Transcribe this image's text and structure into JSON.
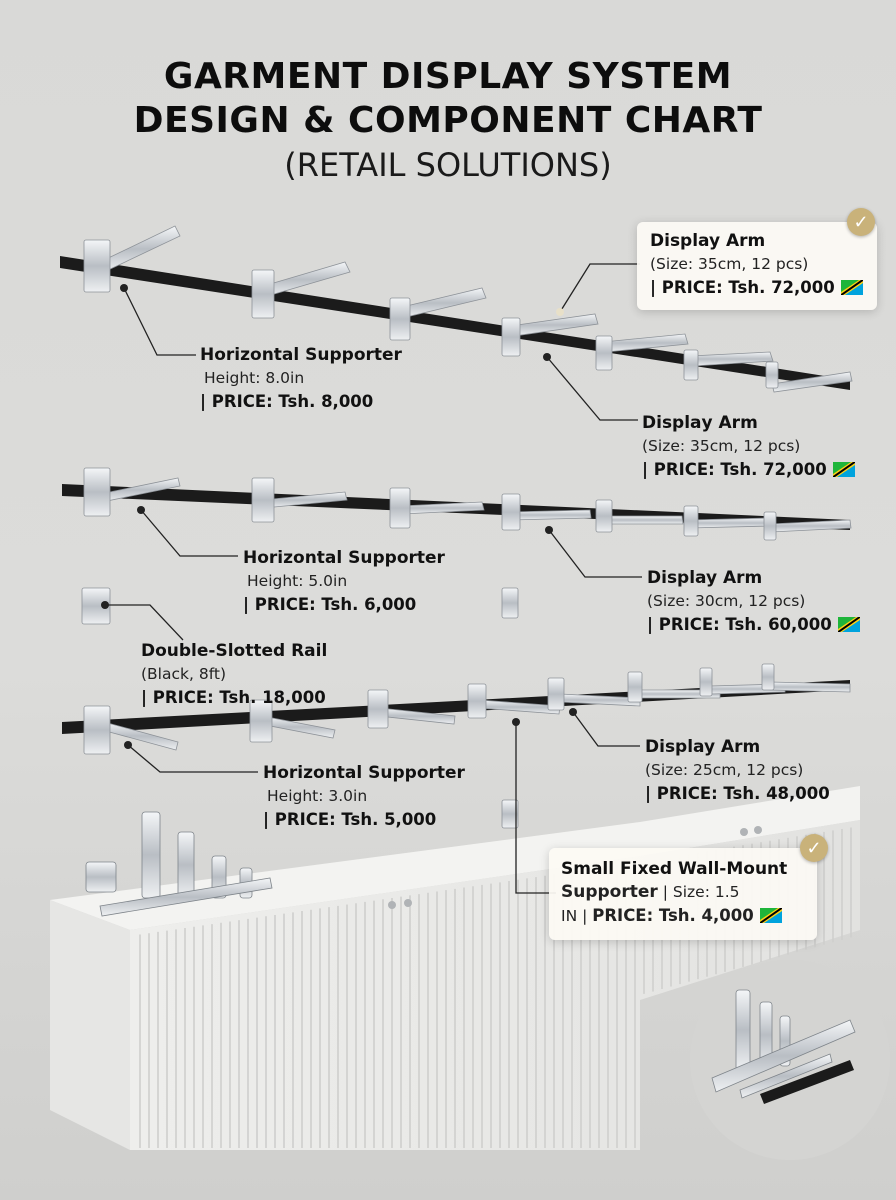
{
  "header": {
    "title_line1": "GARMENT DISPLAY SYSTEM",
    "title_line2": "DESIGN & COMPONENT CHART",
    "subtitle": "(RETAIL SOLUTIONS)"
  },
  "labels": [
    {
      "name": "Horizontal Supporter",
      "detail": "Height: 8.0in",
      "price": "| PRICE: Tsh. 8,000"
    },
    {
      "name": "Display Arm",
      "detail": "(Size: 35cm, 12 pcs)",
      "price": "| PRICE: Tsh. 72,000"
    },
    {
      "name": "Displaу Arm",
      "detail": "(Size: 35cm, 12 pcs)",
      "price": "| PRICE: Tsh. 72,000"
    },
    {
      "name": "Horizontal Supporter",
      "detail": "Height: 5.0in",
      "price": "| PRICE: Tsh. 6,000"
    },
    {
      "name": "Display Arm",
      "detail": "(Size: 30cm, 12 pcs)",
      "price": "| PRICE: Tsh. 60,000"
    },
    {
      "name": "Double-Slotted Rail",
      "detail": "(Black, 8ft)",
      "price": "| PRICE: Tsh. 18,000"
    },
    {
      "name": "Horizontal Supporter",
      "detail": "Height: 3.0in",
      "price": "| PRICE: Tsh. 5,000"
    },
    {
      "name": "Display Arm",
      "detail": "(Size: 25cm, 12 pcs)",
      "price": "| PRICE: Tsh. 48,000"
    }
  ],
  "wall_mount": {
    "line1": "Small Fixed Wall-Mount",
    "line2_name": "Supporter",
    "line2_rest": " | Size: 1.5",
    "line3_rest": "IN | ",
    "line3_price": "PRICE: Tsh. 4,000"
  },
  "colors": {
    "wall": "#d9d9d7",
    "rail": "#1b1b1b",
    "chrome": "#c8ccd0",
    "accent_gold": "#c9b27a",
    "card_bg": "#fcfaf4",
    "flag_green": "#1eb53a",
    "flag_blue": "#00a3dd",
    "flag_yellow": "#fcd116"
  },
  "icons": [
    "check-icon",
    "tanzania-flag-icon"
  ]
}
